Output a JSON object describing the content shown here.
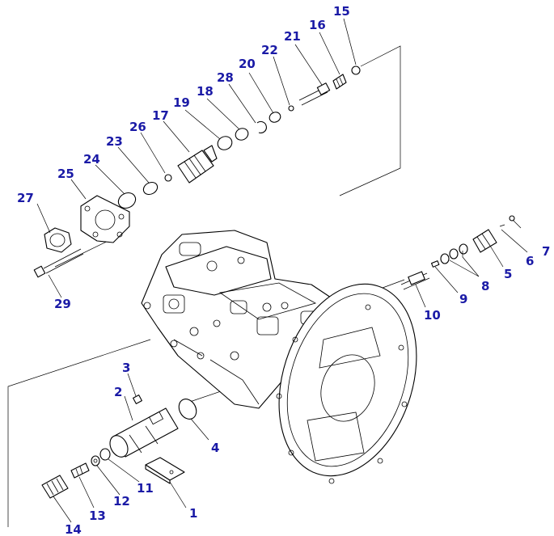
{
  "diagram": {
    "line_color": "#000000",
    "callout_color": "#1a1aa6",
    "background": "#ffffff",
    "callouts": [
      "1",
      "2",
      "3",
      "4",
      "5",
      "6",
      "7",
      "8",
      "9",
      "10",
      "11",
      "12",
      "13",
      "14",
      "15",
      "16",
      "17",
      "18",
      "19",
      "20",
      "21",
      "22",
      "23",
      "24",
      "25",
      "26",
      "27",
      "28",
      "29"
    ]
  }
}
